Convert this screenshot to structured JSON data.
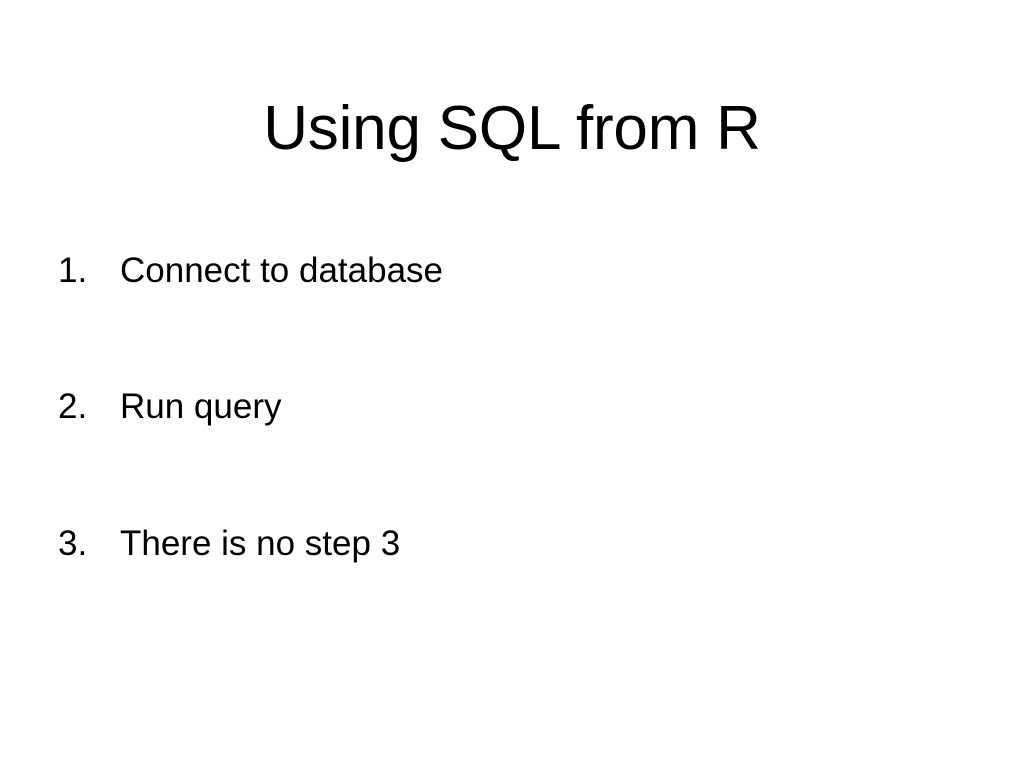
{
  "slide": {
    "title": "Using SQL from R",
    "background_color": "#ffffff",
    "text_color": "#000000",
    "list": {
      "type": "ordered-decimal",
      "items": [
        {
          "number": "1.",
          "text": "Connect to database"
        },
        {
          "number": "2.",
          "text": "Run query"
        },
        {
          "number": "3.",
          "text": "There is no step 3"
        }
      ]
    }
  }
}
